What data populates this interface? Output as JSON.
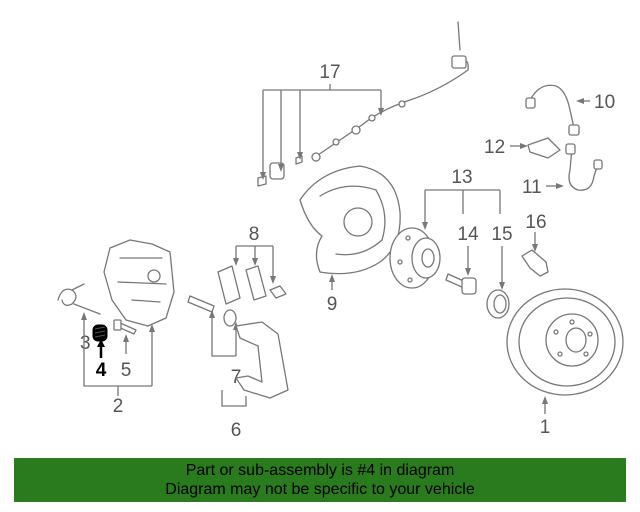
{
  "labels": {
    "l1": "1",
    "l2": "2",
    "l3": "3",
    "l4": "4",
    "l5": "5",
    "l6": "6",
    "l7": "7",
    "l8": "8",
    "l9": "9",
    "l10": "10",
    "l11": "11",
    "l12": "12",
    "l13": "13",
    "l14": "14",
    "l15": "15",
    "l16": "16",
    "l17": "17"
  },
  "highlighted_part": "4",
  "colors": {
    "banner_bg": "#2a7a1e",
    "highlight": "#000000",
    "line": "#777777"
  },
  "banner": {
    "line1": "Part or sub-assembly is #4 in diagram",
    "line2": "Diagram may not be specific to your vehicle"
  }
}
